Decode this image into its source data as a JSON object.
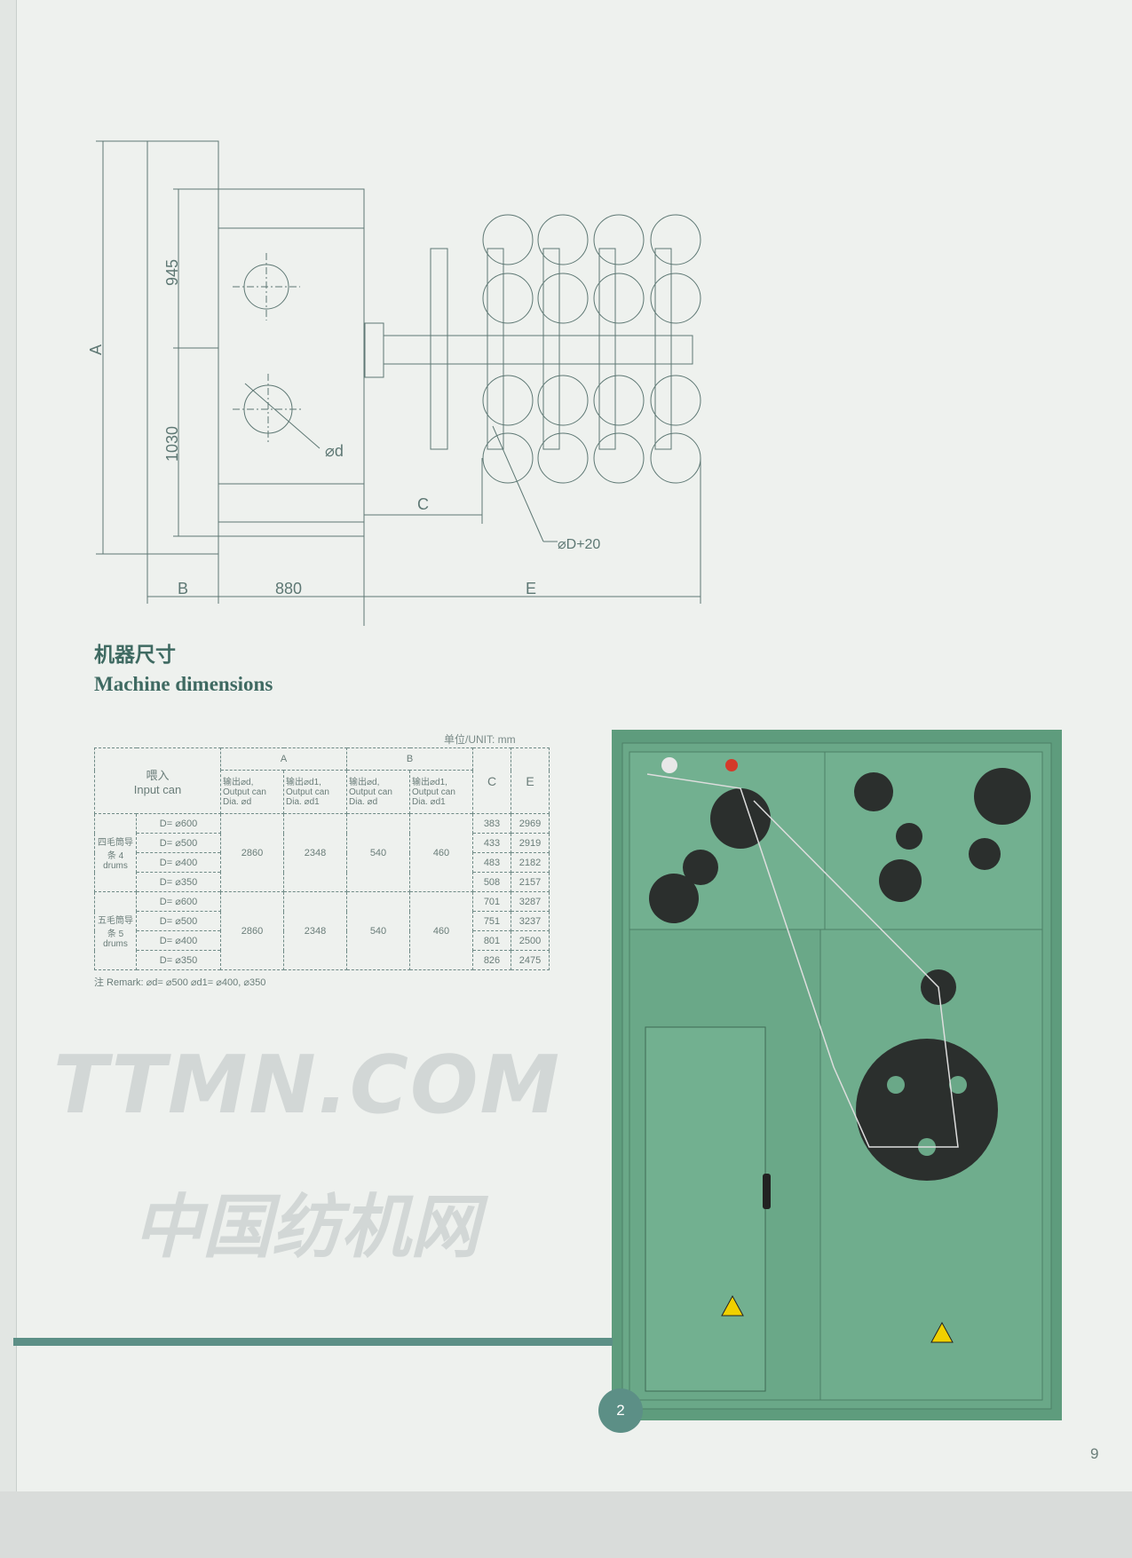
{
  "diagram": {
    "labels": {
      "A": "A",
      "dim945": "945",
      "dim1030": "1030",
      "phi_d": "⌀d",
      "C": "C",
      "phi_D20": "⌀D+20",
      "B": "B",
      "dim880": "880",
      "E": "E"
    }
  },
  "title_cn": "机器尺寸",
  "title_en": "Machine dimensions",
  "unit": "单位/UNIT: mm",
  "table": {
    "input_can_cn": "喂入",
    "input_can_en": "Input can",
    "group_A": "A",
    "group_B": "B",
    "col_C": "C",
    "col_E": "E",
    "sub": [
      "输出⌀d, Output can Dia. ⌀d",
      "输出⌀d1, Output can Dia. ⌀d1",
      "输出⌀d, Output can Dia. ⌀d",
      "输出⌀d1, Output can Dia. ⌀d1"
    ],
    "groups": [
      {
        "label": "四毛筒导条 4 drums",
        "A_d": "2860",
        "A_d1": "2348",
        "B_d": "540",
        "B_d1": "460",
        "rows": [
          {
            "D": "D= ⌀600",
            "C": "383",
            "E": "2969"
          },
          {
            "D": "D= ⌀500",
            "C": "433",
            "E": "2919"
          },
          {
            "D": "D= ⌀400",
            "C": "483",
            "E": "2182"
          },
          {
            "D": "D= ⌀350",
            "C": "508",
            "E": "2157"
          }
        ]
      },
      {
        "label": "五毛筒导条 5 drums",
        "A_d": "2860",
        "A_d1": "2348",
        "B_d": "540",
        "B_d1": "460",
        "rows": [
          {
            "D": "D= ⌀600",
            "C": "701",
            "E": "3287"
          },
          {
            "D": "D= ⌀500",
            "C": "751",
            "E": "3237"
          },
          {
            "D": "D= ⌀400",
            "C": "801",
            "E": "2500"
          },
          {
            "D": "D= ⌀350",
            "C": "826",
            "E": "2475"
          }
        ]
      }
    ],
    "remark": "注 Remark: ⌀d= ⌀500 ⌀d1= ⌀400, ⌀350"
  },
  "watermark": {
    "line1": "TTMN.COM",
    "line2": "中国纺机网"
  },
  "photo_badge": "2",
  "page_number": "9",
  "colors": {
    "accent": "#5c8f86",
    "machine": "#5e9c7d"
  }
}
